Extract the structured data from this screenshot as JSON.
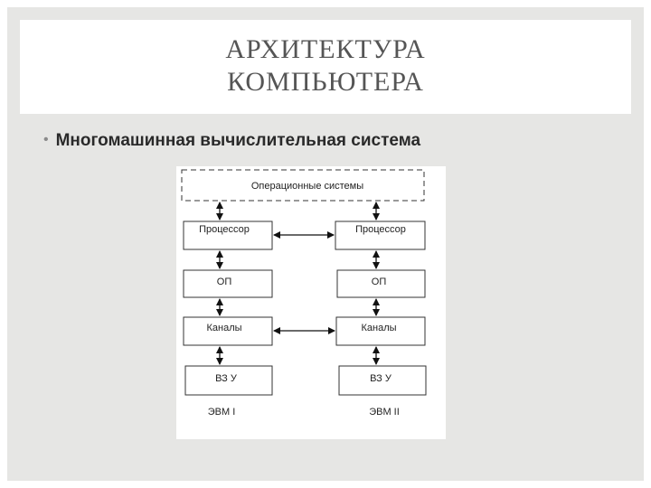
{
  "slide": {
    "title_line1": "АРХИТЕКТУРА",
    "title_line2": "КОМПЬЮТЕРА",
    "bullet": "Многомашинная вычислительная система"
  },
  "diagram": {
    "os_label": "Операционные системы",
    "left_column": {
      "processor": "Процессор",
      "memory": "ОП",
      "channels": "Каналы",
      "storage": "ВЗ У",
      "caption": "ЭВМ I"
    },
    "right_column": {
      "processor": "Процессор",
      "memory": "ОП",
      "channels": "Каналы",
      "storage": "ВЗ У",
      "caption": "ЭВМ II"
    }
  }
}
